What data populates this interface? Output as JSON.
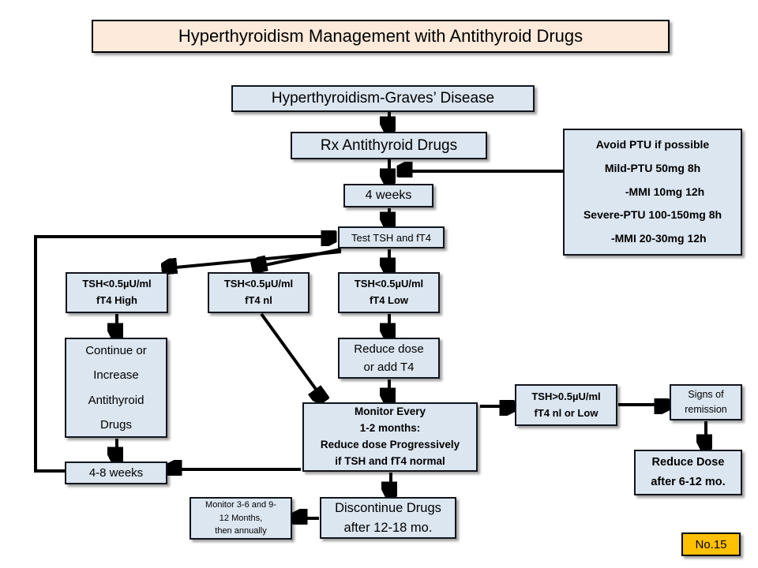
{
  "page": {
    "background": "#ffffff",
    "node_fill": "#dce6f1",
    "node_border": "#10151c",
    "title_fill": "#fdeada",
    "badge_fill": "#ffc000",
    "arrow_color": "#000000"
  },
  "title": {
    "text": "Hyperthyroidism Management with Antithyroid Drugs"
  },
  "badge": {
    "text": "No.15"
  },
  "nodes": {
    "graves": {
      "label": "Hyperthyroidism-Graves’ Disease"
    },
    "rx": {
      "label": "Rx Antithyroid Drugs"
    },
    "four_weeks": {
      "label": "4 weeks"
    },
    "test": {
      "label": "Test TSH and fT4"
    },
    "ptu_info": {
      "label": "Avoid PTU if possible\nMild-PTU 50mg 8h\n        -MMI 10mg 12h\nSevere-PTU 100-150mg 8h\n    -MMI 20-30mg 12h"
    },
    "ft4_high": {
      "label": "TSH<0.5µU/ml\nfT4 High"
    },
    "ft4_nl": {
      "label": "TSH<0.5µU/ml\nfT4 nl"
    },
    "ft4_low": {
      "label": "TSH<0.5µU/ml\nfT4 Low"
    },
    "continue_increase": {
      "label": "Continue or\nIncrease\nAntithyroid\nDrugs"
    },
    "reduce_dose": {
      "label": "Reduce dose\nor add T4"
    },
    "monitor": {
      "label": "Monitor Every\n1-2 months:\nReduce dose Progressively\nif TSH and fT4 normal"
    },
    "weeks_4_8": {
      "label": "4-8 weeks"
    },
    "tsh_gt": {
      "label": "TSH>0.5µU/ml\nfT4 nl or Low"
    },
    "signs": {
      "label": "Signs of\nremission"
    },
    "reduce_6_12": {
      "label": "Reduce Dose\nafter 6-12 mo."
    },
    "discontinue": {
      "label": "Discontinue Drugs\nafter 12-18 mo."
    },
    "monitor_3_6": {
      "label": "Monitor 3-6 and 9-\n12 Months,\nthen annually"
    }
  }
}
